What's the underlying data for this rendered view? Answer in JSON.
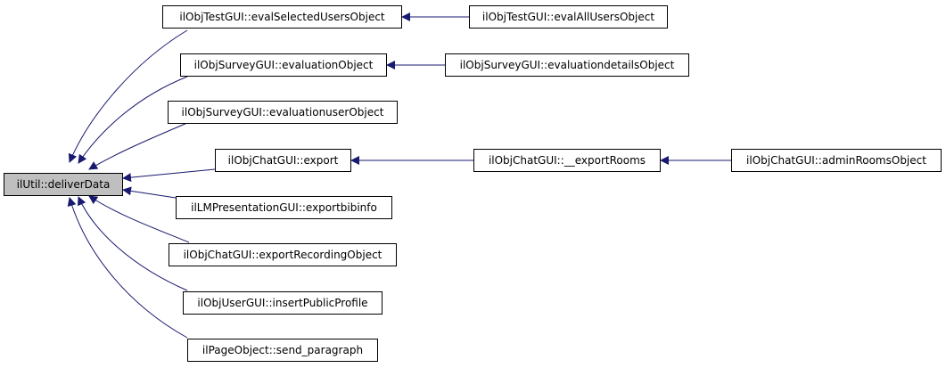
{
  "graph": {
    "root": "ilUtil::deliverData",
    "callers": [
      "ilObjTestGUI::evalSelectedUsersObject",
      "ilObjSurveyGUI::evaluationObject",
      "ilObjSurveyGUI::evaluationuserObject",
      "ilObjChatGUI::export",
      "ilLMPresentationGUI::exportbibinfo",
      "ilObjChatGUI::exportRecordingObject",
      "ilObjUserGUI::insertPublicProfile",
      "ilPageObject::send_paragraph"
    ],
    "second_level": [
      "ilObjTestGUI::evalAllUsersObject",
      "ilObjSurveyGUI::evaluationdetailsObject",
      "ilObjChatGUI::__exportRooms"
    ],
    "third_level": [
      "ilObjChatGUI::adminRoomsObject"
    ]
  },
  "colors": {
    "edge": "#191970",
    "root_fill": "#bfbfbf",
    "node_border": "#000000",
    "node_fill": "#ffffff"
  }
}
